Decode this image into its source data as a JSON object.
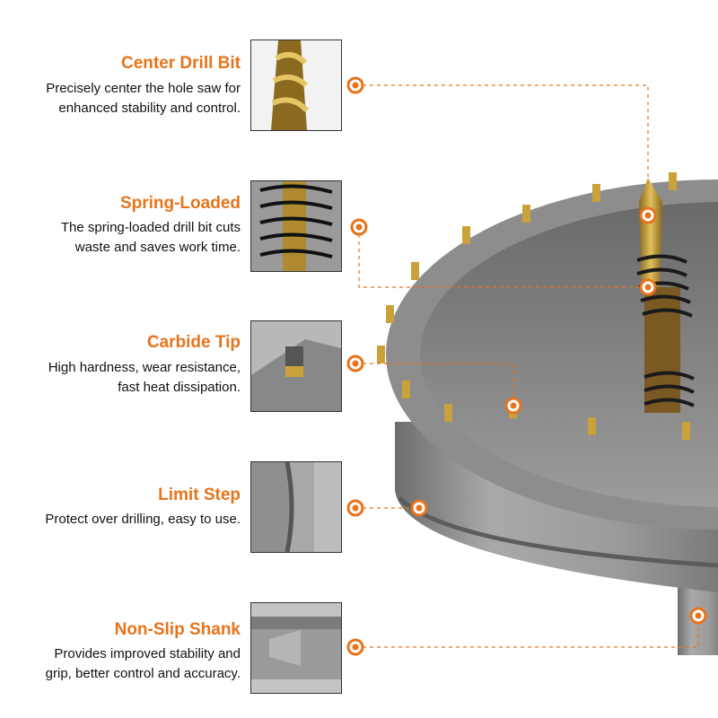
{
  "colors": {
    "accent": "#e8731a",
    "text": "#111111",
    "metal": "#8c8c8c",
    "gold": "#c9a23a"
  },
  "features": [
    {
      "id": "center-drill-bit",
      "title": "Center Drill Bit",
      "desc_lines": [
        "Precisely center the hole saw for",
        "enhanced stability and control."
      ],
      "icon": "drill-bit-icon"
    },
    {
      "id": "spring-loaded",
      "title": "Spring-Loaded",
      "desc_lines": [
        "The spring-loaded drill bit cuts",
        "waste and saves work time."
      ],
      "icon": "spring-icon"
    },
    {
      "id": "carbide-tip",
      "title": "Carbide Tip",
      "desc_lines": [
        "High hardness, wear resistance,",
        "fast heat dissipation."
      ],
      "icon": "carbide-tip-icon"
    },
    {
      "id": "limit-step",
      "title": "Limit Step",
      "desc_lines": [
        "Protect over drilling, easy to use."
      ],
      "icon": "limit-step-icon"
    },
    {
      "id": "non-slip-shank",
      "title": "Non-Slip Shank",
      "desc_lines": [
        "Provides improved stability and",
        "grip, better control and accuracy."
      ],
      "icon": "shank-icon"
    }
  ]
}
